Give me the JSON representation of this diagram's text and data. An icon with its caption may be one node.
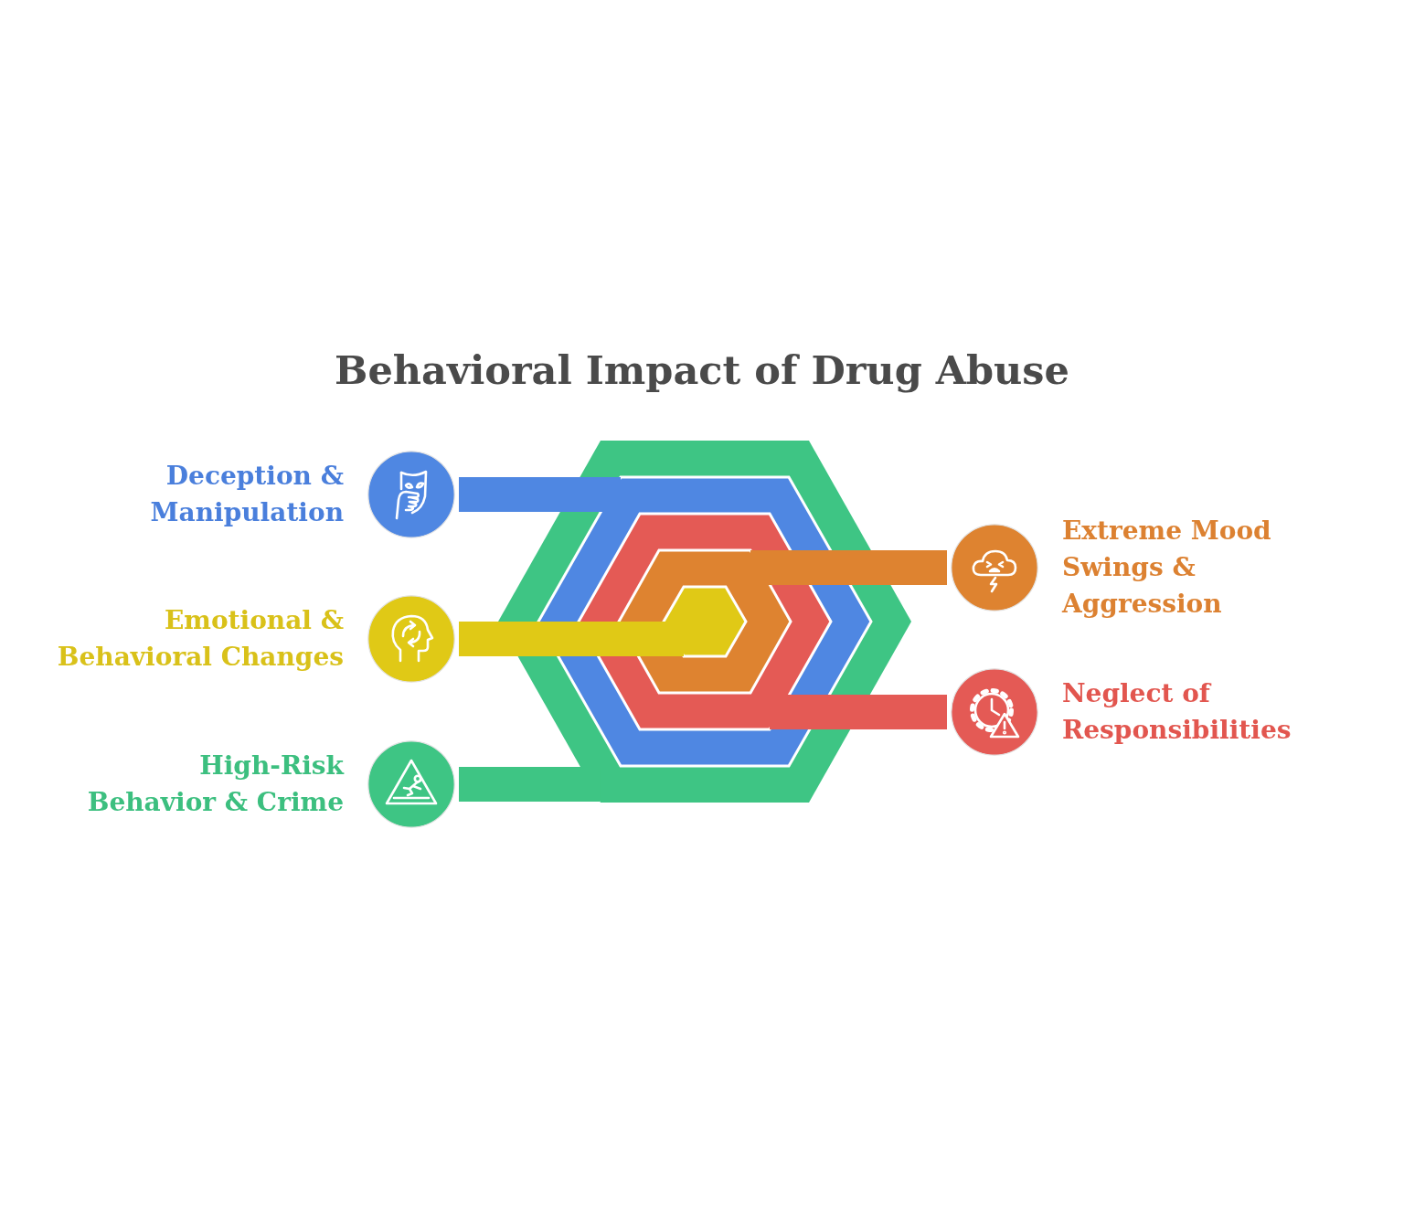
{
  "diagram": {
    "title": "Behavioral Impact of Drug Abuse",
    "nodes": [
      {
        "text": [
          "Deception & Manipulation"
        ]
      },
      {
        "text": [
          "Emotional & Behavioral Changes"
        ]
      },
      {
        "text": [
          "High-Risk Behavior & Crime"
        ]
      },
      {
        "text": [],
        "shape": "hexagon"
      },
      {
        "text": [],
        "shape": "hexagon",
        "in": 3
      },
      {
        "text": [],
        "shape": "hexagon",
        "in": 4
      },
      {
        "text": [],
        "shape": "hexagon",
        "in": 5
      },
      {
        "text": [],
        "shape": "hexagon",
        "in": 6
      },
      {
        "text": [
          "Extreme Mood Swings & Aggression"
        ]
      },
      {
        "text": [
          "Neglect of Responsibilities"
        ]
      }
    ],
    "edges": [
      {
        "from": 0,
        "to": 4,
        "arrow": "none",
        "color": "#4f87e2"
      },
      {
        "from": 1,
        "to": 7,
        "arrow": "none",
        "color": "#e0c916"
      },
      {
        "from": 2,
        "to": 3,
        "arrow": "none",
        "color": "#3ec584"
      },
      {
        "from": 8,
        "to": 6,
        "arrow": "none",
        "color": "#de8330"
      },
      {
        "from": 9,
        "to": 5,
        "arrow": "none",
        "color": "#e45a55"
      }
    ]
  }
}
